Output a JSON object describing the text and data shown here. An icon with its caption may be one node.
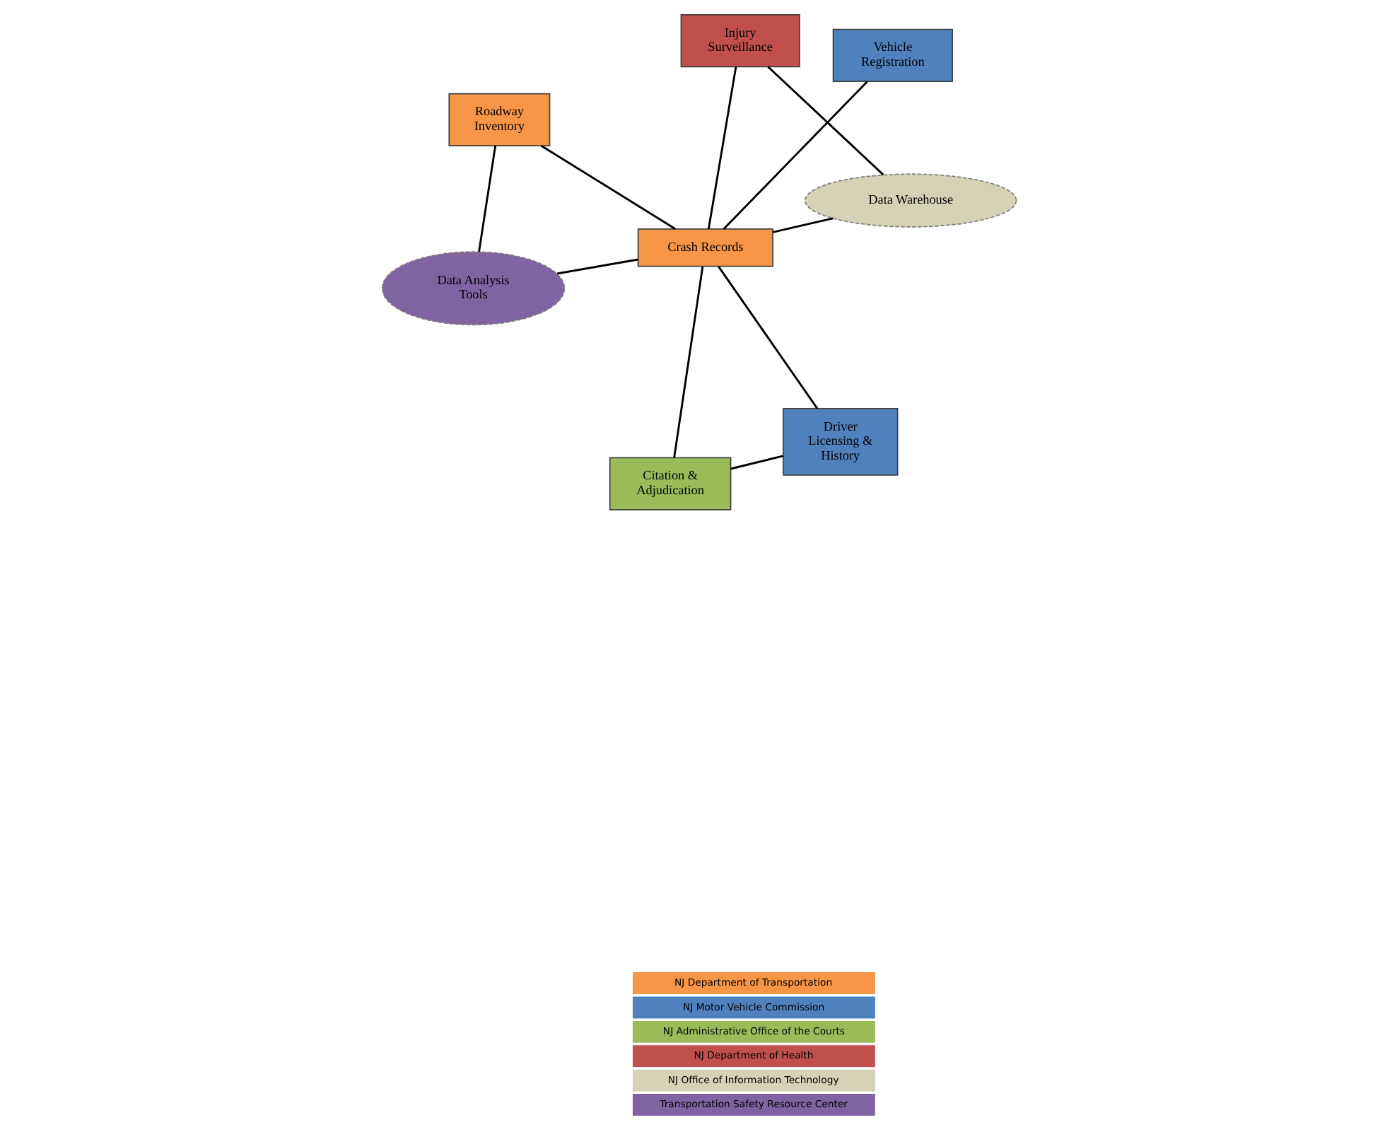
{
  "diagram": {
    "nodes": [
      {
        "text": [
          "Roadway Inventory"
        ]
      },
      {
        "text": [
          "Vehicle Registration"
        ]
      },
      {
        "text": [
          "Data Analysis Tools"
        ]
      },
      {
        "text": [
          "Crash Records"
        ]
      },
      {
        "text": [
          "Driver Licensing & History"
        ]
      },
      {
        "text": [
          "Injury Surveillance"
        ]
      },
      {
        "text": [
          "Citation & Adjudication"
        ]
      },
      {
        "text": [
          "Data Warehouse"
        ]
      }
    ],
    "edges": [
      {
        "from": 0,
        "to": 2,
        "arrow": "none"
      },
      {
        "from": 0,
        "to": 3,
        "arrow": "none"
      },
      {
        "from": 1,
        "to": 3,
        "arrow": "none"
      },
      {
        "from": 2,
        "to": 3,
        "arrow": "none"
      },
      {
        "from": 3,
        "to": 4,
        "arrow": "none"
      },
      {
        "from": 3,
        "to": 5,
        "arrow": "none"
      },
      {
        "from": 3,
        "to": 6,
        "arrow": "none"
      },
      {
        "from": 3,
        "to": 7,
        "arrow": "none"
      },
      {
        "from": 4,
        "to": 6,
        "arrow": "none"
      },
      {
        "from": 5,
        "to": 7,
        "arrow": "none"
      }
    ],
    "legend": [
      {
        "text": "NJ Department of Transportation",
        "color": "#f79646"
      },
      {
        "text": "NJ Motor Vehicle Commission",
        "color": "#4f81bd"
      },
      {
        "text": "NJ Administrative Office of the Courts",
        "color": "#9bbb59"
      },
      {
        "text": "NJ Department of Health",
        "color": "#c0504d"
      },
      {
        "text": "NJ Office of Information Technology",
        "color": "#d6d2b5"
      },
      {
        "text": "Transportation Safety Resource Center",
        "color": "#8064a2"
      }
    ]
  }
}
